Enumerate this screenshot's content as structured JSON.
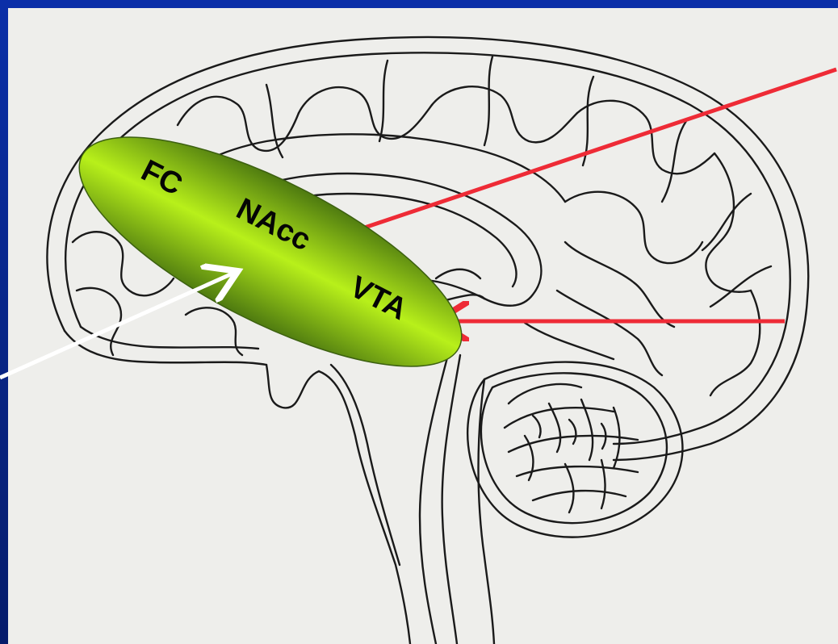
{
  "labels": {
    "fc": "FC",
    "nacc": "NAcc",
    "vta": "VTA"
  },
  "colors": {
    "background": "#0a2a9a",
    "panel": "#eeeeeb",
    "blob_light": "#b8f01a",
    "blob_dark": "#4e7a10",
    "red_arrow": "#ee2b36",
    "white_arrow": "#ffffff",
    "line_art": "#1a1a1a"
  }
}
